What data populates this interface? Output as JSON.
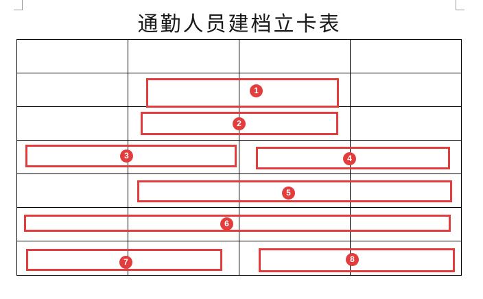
{
  "document": {
    "title": "通勤人员建档立卡表"
  },
  "style": {
    "highlight_color": "#e23c3c",
    "badge_color": "#e23c3c",
    "grid_color": "#000000"
  },
  "grid": {
    "rows": 7,
    "columns": 4
  },
  "markers": [
    {
      "label": "1"
    },
    {
      "label": "2"
    },
    {
      "label": "3"
    },
    {
      "label": "4"
    },
    {
      "label": "5"
    },
    {
      "label": "6"
    },
    {
      "label": "7"
    },
    {
      "label": "8"
    }
  ]
}
